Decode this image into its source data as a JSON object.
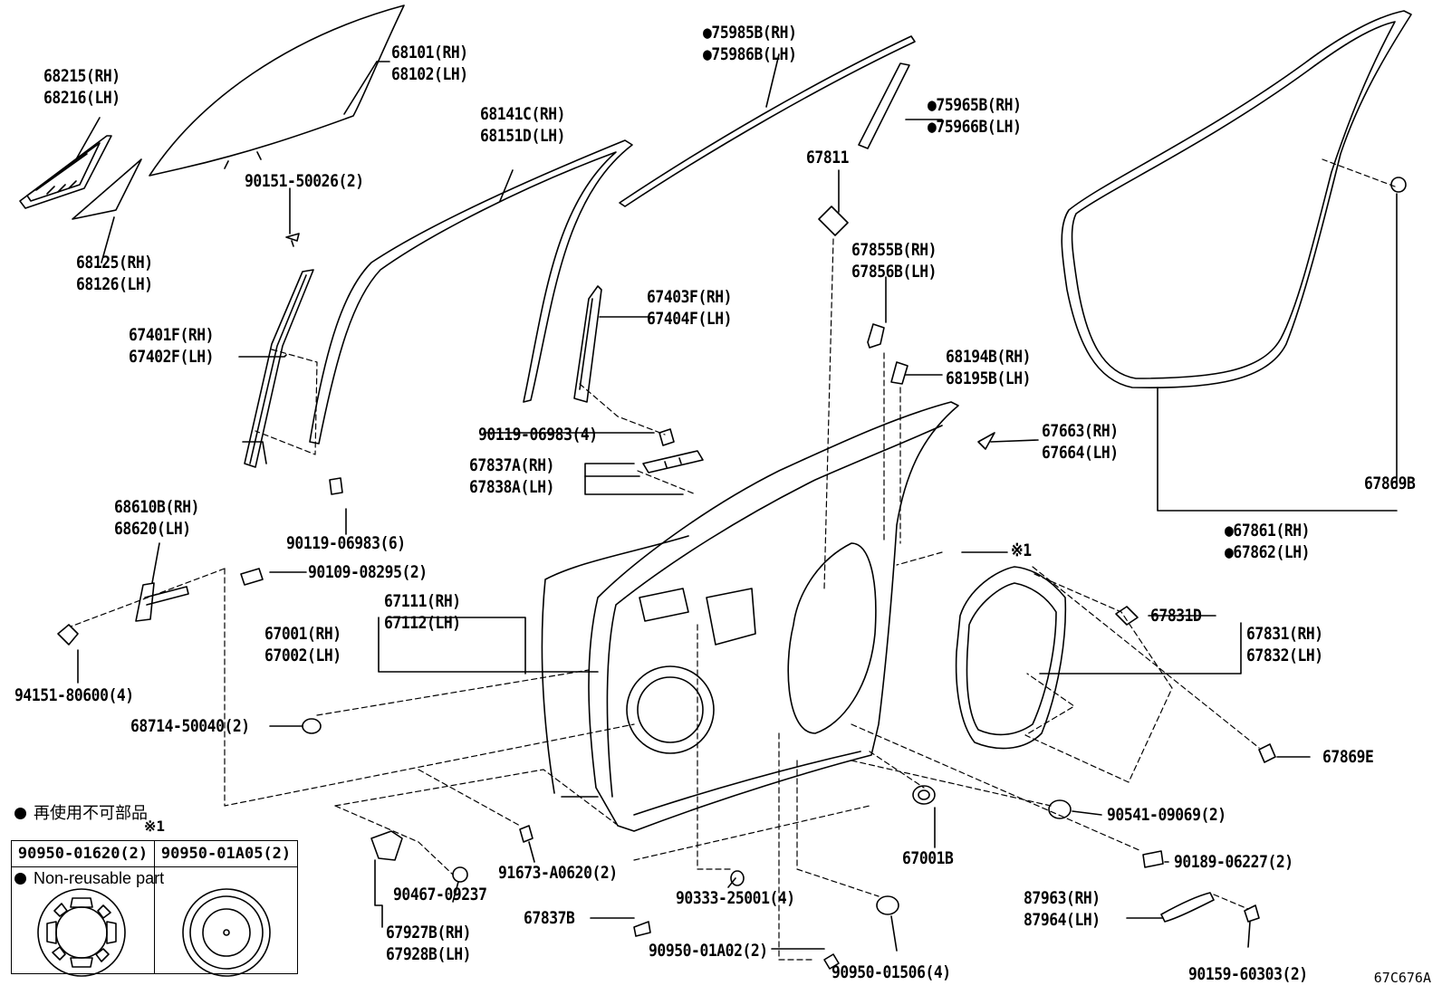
{
  "labels": [
    {
      "id": "68215",
      "lines": [
        "68215(RH)",
        "68216(LH)"
      ]
    },
    {
      "id": "68101",
      "lines": [
        "68101(RH)",
        "68102(LH)"
      ]
    },
    {
      "id": "75985B",
      "lines": [
        "●75985B(RH)",
        "●75986B(LH)"
      ]
    },
    {
      "id": "75965B",
      "lines": [
        "●75965B(RH)",
        "●75966B(LH)"
      ]
    },
    {
      "id": "68141C",
      "lines": [
        "68141C(RH)",
        "68151D(LH)"
      ]
    },
    {
      "id": "67811",
      "lines": [
        "67811"
      ]
    },
    {
      "id": "90151",
      "lines": [
        "90151-50026(2)"
      ]
    },
    {
      "id": "68125",
      "lines": [
        "68125(RH)",
        "68126(LH)"
      ]
    },
    {
      "id": "67855B",
      "lines": [
        "67855B(RH)",
        "67856B(LH)"
      ]
    },
    {
      "id": "67403F",
      "lines": [
        "67403F(RH)",
        "67404F(LH)"
      ]
    },
    {
      "id": "67401F",
      "lines": [
        "67401F(RH)",
        "67402F(LH)"
      ]
    },
    {
      "id": "68194B",
      "lines": [
        "68194B(RH)",
        "68195B(LH)"
      ]
    },
    {
      "id": "90119a",
      "lines": [
        "90119-06983(4)"
      ]
    },
    {
      "id": "67663",
      "lines": [
        "67663(RH)",
        "67664(LH)"
      ]
    },
    {
      "id": "67837A",
      "lines": [
        "67837A(RH)",
        "67838A(LH)"
      ]
    },
    {
      "id": "67869B",
      "lines": [
        "67869B"
      ]
    },
    {
      "id": "68610B",
      "lines": [
        "68610B(RH)",
        "68620(LH)"
      ]
    },
    {
      "id": "90119b",
      "lines": [
        "90119-06983(6)"
      ]
    },
    {
      "id": "67861",
      "lines": [
        "●67861(RH)",
        "●67862(LH)"
      ]
    },
    {
      "id": "note1",
      "lines": [
        "※1"
      ]
    },
    {
      "id": "90109",
      "lines": [
        "90109-08295(2)"
      ]
    },
    {
      "id": "67111",
      "lines": [
        "67111(RH)",
        "67112(LH)"
      ]
    },
    {
      "id": "67831D",
      "lines": [
        "67831D"
      ]
    },
    {
      "id": "67001",
      "lines": [
        "67001(RH)",
        "67002(LH)"
      ]
    },
    {
      "id": "67831",
      "lines": [
        "67831(RH)",
        "67832(LH)"
      ]
    },
    {
      "id": "94151",
      "lines": [
        "94151-80600(4)"
      ]
    },
    {
      "id": "68714",
      "lines": [
        "68714-50040(2)"
      ]
    },
    {
      "id": "67869E",
      "lines": [
        "67869E"
      ]
    },
    {
      "id": "90541",
      "lines": [
        "90541-09069(2)"
      ]
    },
    {
      "id": "67001B",
      "lines": [
        "67001B"
      ]
    },
    {
      "id": "90189",
      "lines": [
        "90189-06227(2)"
      ]
    },
    {
      "id": "91673",
      "lines": [
        "91673-A0620(2)"
      ]
    },
    {
      "id": "90467",
      "lines": [
        "90467-09237"
      ]
    },
    {
      "id": "90333",
      "lines": [
        "90333-25001(4)"
      ]
    },
    {
      "id": "67837B",
      "lines": [
        "67837B"
      ]
    },
    {
      "id": "87963",
      "lines": [
        "87963(RH)",
        "87964(LH)"
      ]
    },
    {
      "id": "90950a",
      "lines": [
        "90950-01A02(2)"
      ]
    },
    {
      "id": "67927B",
      "lines": [
        "67927B(RH)",
        "67928B(LH)"
      ]
    },
    {
      "id": "90950b",
      "lines": [
        "90950-01506(4)"
      ]
    },
    {
      "id": "90159",
      "lines": [
        "90159-60303(2)"
      ]
    }
  ],
  "legend": {
    "line1": "再使用不可部品",
    "line2": "Non-reusable part"
  },
  "note_table": {
    "mark": "※1",
    "cols": [
      "90950-01620(2)",
      "90950-01A05(2)"
    ]
  },
  "diagram_code": "67C676A"
}
